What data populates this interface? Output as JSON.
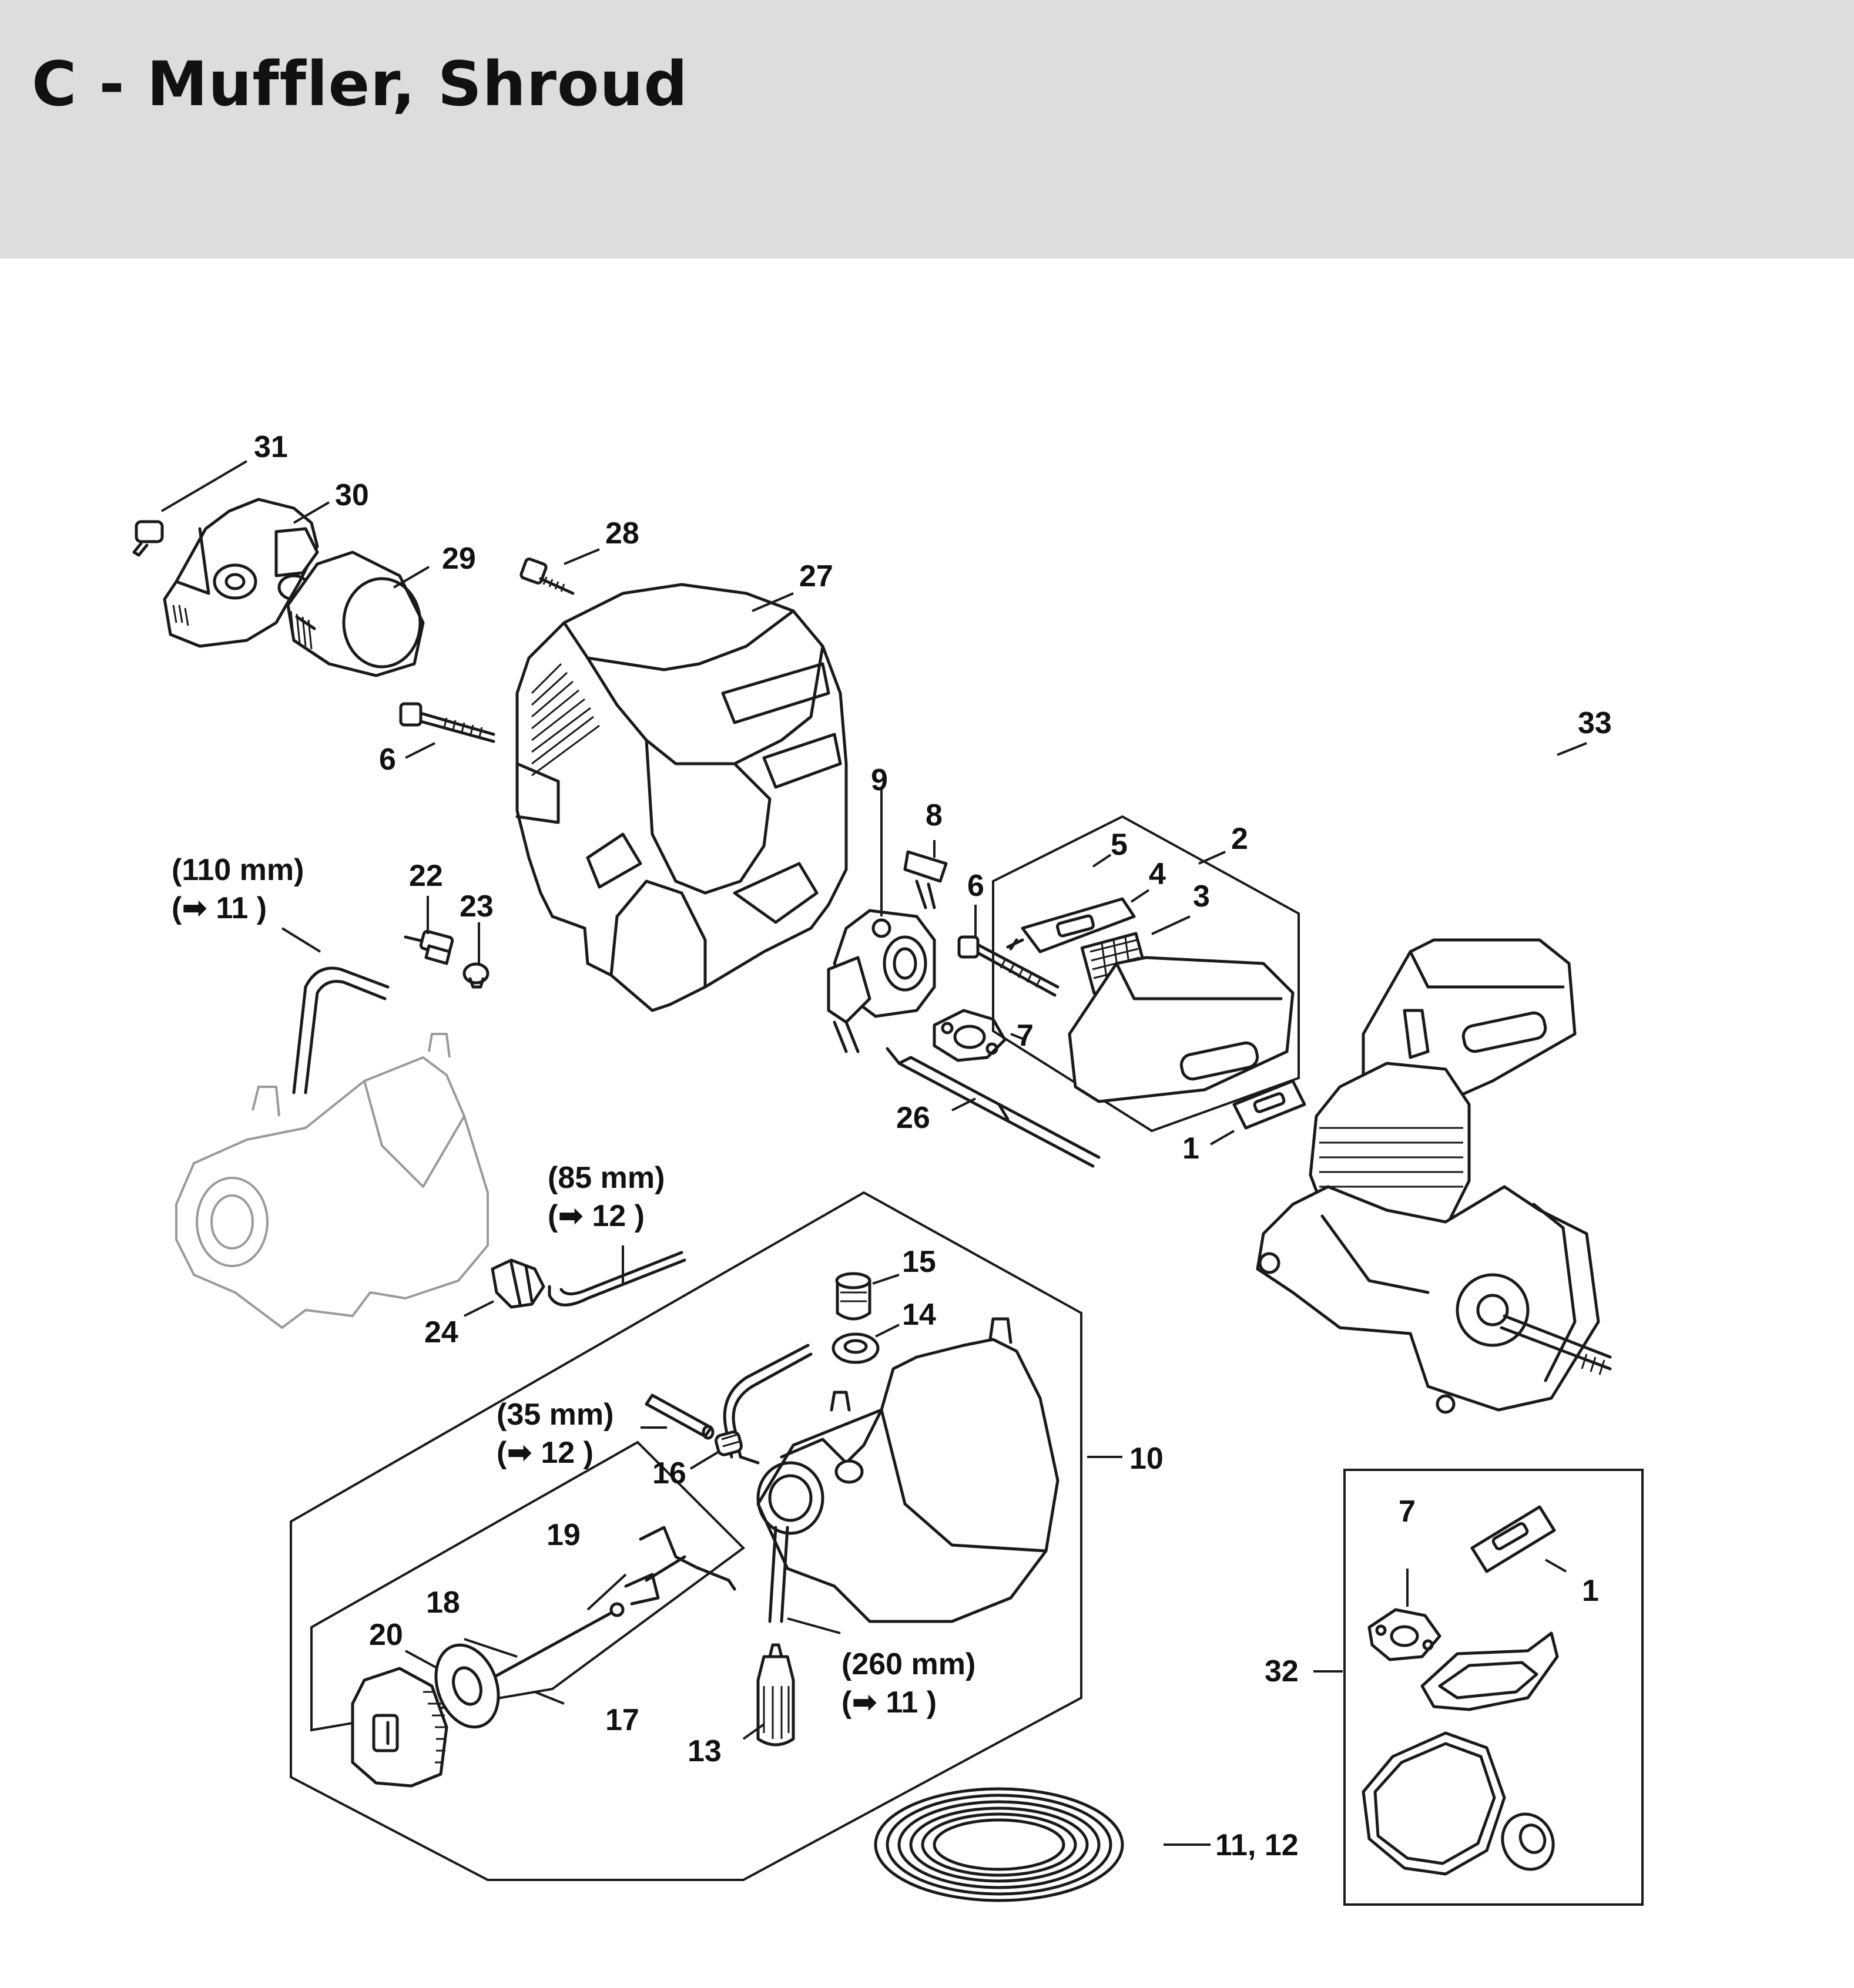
{
  "header": {
    "title": "C - Muffler, Shroud",
    "background": "#dcdddc"
  },
  "diagram": {
    "callouts": {
      "p1": "1",
      "p1b": "1",
      "p2": "2",
      "p3": "3",
      "p4": "4",
      "p5": "5",
      "p6a": "6",
      "p6b": "6",
      "p7a": "7",
      "p7b": "7",
      "p8": "8",
      "p9": "9",
      "p10": "10",
      "p11_12": "11, 12",
      "p13": "13",
      "p14": "14",
      "p15": "15",
      "p16": "16",
      "p17": "17",
      "p18": "18",
      "p19": "19",
      "p20": "20",
      "p22": "22",
      "p23": "23",
      "p24": "24",
      "p26": "26",
      "p27": "27",
      "p28": "28",
      "p29": "29",
      "p30": "30",
      "p31": "31",
      "p32": "32",
      "p33": "33"
    },
    "notes": {
      "hose_110_len": "(110 mm)",
      "hose_110_ref": "(➡ 11 )",
      "hose_85_len": "(85 mm)",
      "hose_85_ref": "(➡ 12 )",
      "hose_35_len": "(35 mm)",
      "hose_35_ref": "(➡ 12 )",
      "hose_260_len": "(260 mm)",
      "hose_260_ref": "(➡ 11 )"
    },
    "icons": [
      "arrow-right-icon"
    ]
  }
}
